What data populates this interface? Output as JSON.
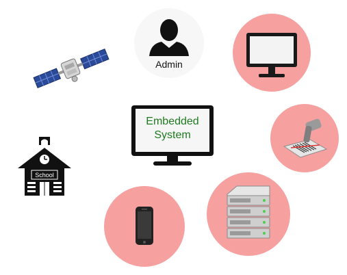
{
  "center": {
    "line1": "Embedded",
    "line2": "System"
  },
  "admin": {
    "label": "Admin"
  },
  "school": {
    "sign": "School"
  },
  "colors": {
    "pink_circle": "#f6a0a0",
    "label_green": "#1f7a1f",
    "icon_dark": "#111111"
  },
  "icons": [
    "admin-person-icon",
    "satellite-icon",
    "monitor-icon",
    "barcode-scanner-icon",
    "school-building-icon",
    "smartphone-icon",
    "server-rack-icon"
  ]
}
